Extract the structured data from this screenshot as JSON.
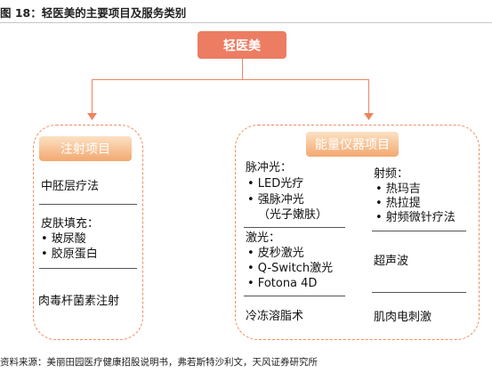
{
  "title": "图 18：轻医美的主要项目及服务类别",
  "root": "轻医美",
  "left": {
    "label": "注射项目",
    "sections": [
      "中胚层疗法",
      "皮肤填充：",
      "• 玻尿酸",
      "• 胶原蛋白",
      "肉毒杆菌素注射"
    ]
  },
  "right": {
    "label": "能量仪器项目",
    "col1": [
      "脉冲光：",
      "• LED光疗",
      "• 强脉冲光",
      "（光子嫩肤）",
      "激光：",
      "• 皮秒激光",
      "• Q-Switch激光",
      "• Fotona 4D",
      "冷冻溶脂术"
    ],
    "col2": [
      "射频：",
      "• 热玛吉",
      "• 热拉提",
      "• 射频微针疗法",
      "超声波",
      "肌肉电刺激"
    ]
  },
  "source": "资料来源：美丽田园医疗健康招股说明书，弗若斯特沙利文，天风证券研究所",
  "colors": {
    "accent": "#ec7d63",
    "dash": "#ee8e61"
  }
}
